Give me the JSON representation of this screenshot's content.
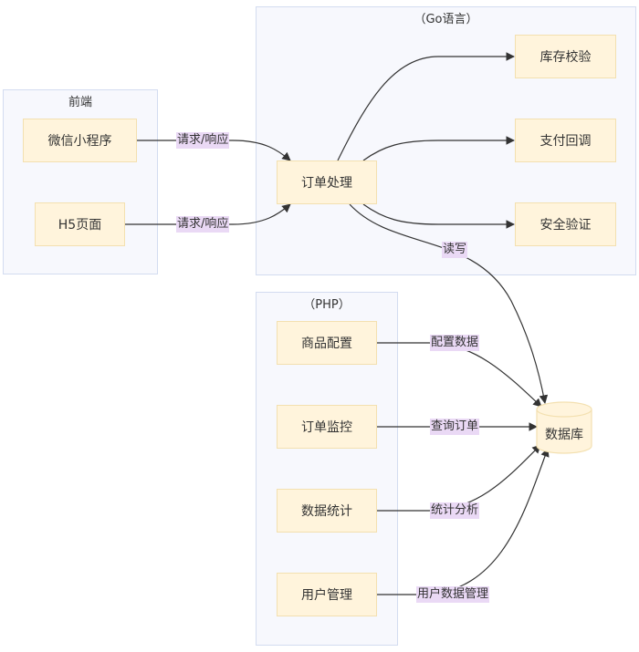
{
  "clusters": {
    "frontend": {
      "title": "前端"
    },
    "go": {
      "title": "（Go语言）"
    },
    "php": {
      "title": "（PHP）"
    }
  },
  "nodes": {
    "wechat": "微信小程序",
    "h5": "H5页面",
    "order_process": "订单处理",
    "inventory_check": "库存校验",
    "payment_callback": "支付回调",
    "security_verify": "安全验证",
    "product_config": "商品配置",
    "order_monitor": "订单监控",
    "data_stats": "数据统计",
    "user_manage": "用户管理",
    "database": "数据库"
  },
  "edge_labels": {
    "wechat_to_order": "请求/响应",
    "h5_to_order": "请求/响应",
    "order_to_db": "读写",
    "product_to_db": "配置数据",
    "monitor_to_db": "查询订单",
    "stats_to_db": "统计分析",
    "user_to_db": "用户数据管理"
  },
  "colors": {
    "cluster_bg": "#f7f8fd",
    "node_bg": "#fff4dc",
    "label_bg": "#ead9f5",
    "edge": "#333333"
  }
}
